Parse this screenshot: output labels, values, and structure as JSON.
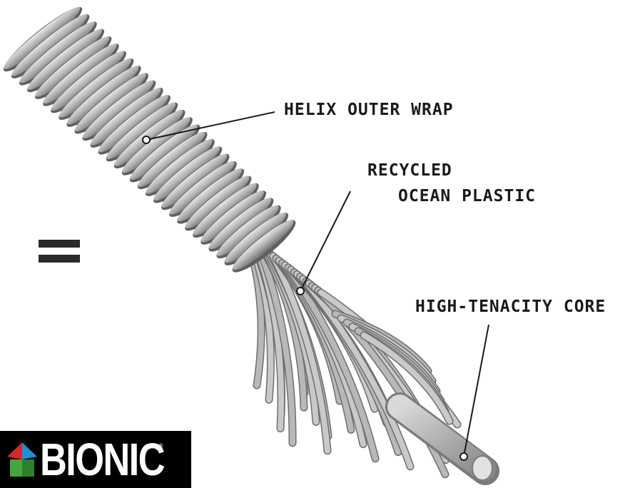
{
  "labels": {
    "helix": "HELIX OUTER WRAP",
    "recycled_line1": "RECYCLED",
    "recycled_line2": "OCEAN PLASTIC",
    "core": "HIGH-TENACITY CORE"
  },
  "logo": {
    "text": "BIONIC",
    "trademark": "®",
    "colors": {
      "background": "#000000",
      "text": "#ffffff",
      "red": "#d9262b",
      "blue": "#1f8fd1",
      "green": "#44a83c"
    }
  },
  "symbols": {
    "equals": "equals-icon"
  },
  "colors": {
    "rope": "#b4b4b4",
    "rope_shadow": "#6e6e6e",
    "line": "#1a1a1a"
  }
}
